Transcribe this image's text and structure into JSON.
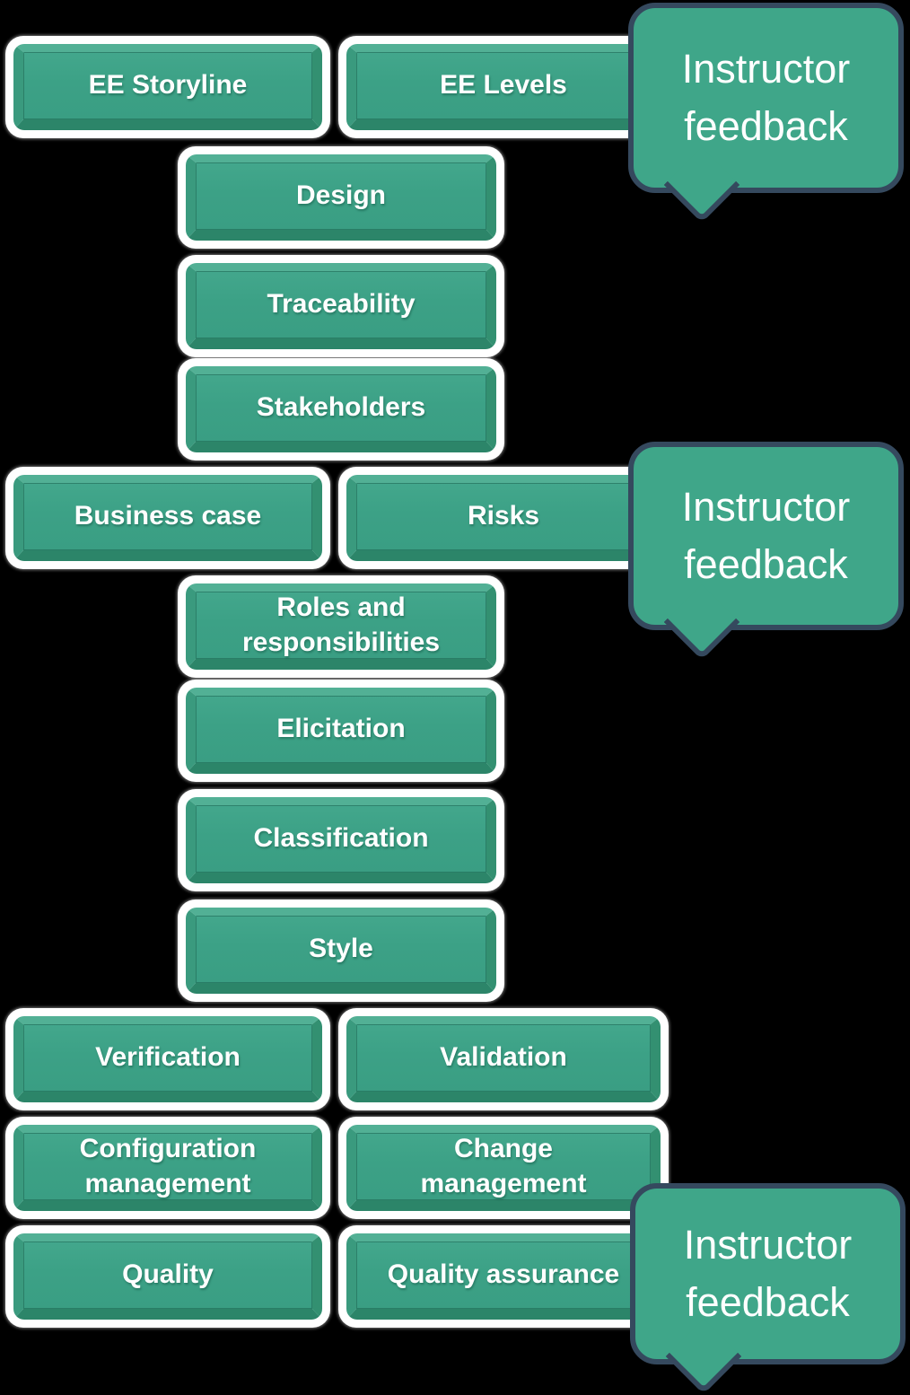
{
  "diagram": {
    "background": "#000000",
    "colors": {
      "box_fill": "#3CA186",
      "box_bevel_light": "#52B095",
      "box_bevel_dark": "#2C8569",
      "box_outline": "#FFFFFF",
      "callout_fill": "#3FA689",
      "callout_border": "#35495E",
      "text": "#FFFFFF"
    },
    "boxes": [
      {
        "label": "EE Storyline"
      },
      {
        "label": "EE Levels"
      },
      {
        "label": "Design"
      },
      {
        "label": "Traceability"
      },
      {
        "label": "Stakeholders"
      },
      {
        "label": "Business case"
      },
      {
        "label": "Risks"
      },
      {
        "label": "Roles and responsibilities"
      },
      {
        "label": "Elicitation"
      },
      {
        "label": "Classification"
      },
      {
        "label": "Style"
      },
      {
        "label": "Verification"
      },
      {
        "label": "Validation"
      },
      {
        "label": "Configuration management"
      },
      {
        "label": "Change management"
      },
      {
        "label": "Quality"
      },
      {
        "label": "Quality assurance"
      }
    ],
    "callouts": [
      {
        "text": "Instructor feedback"
      },
      {
        "text": "Instructor feedback"
      },
      {
        "text": "Instructor feedback"
      }
    ]
  }
}
